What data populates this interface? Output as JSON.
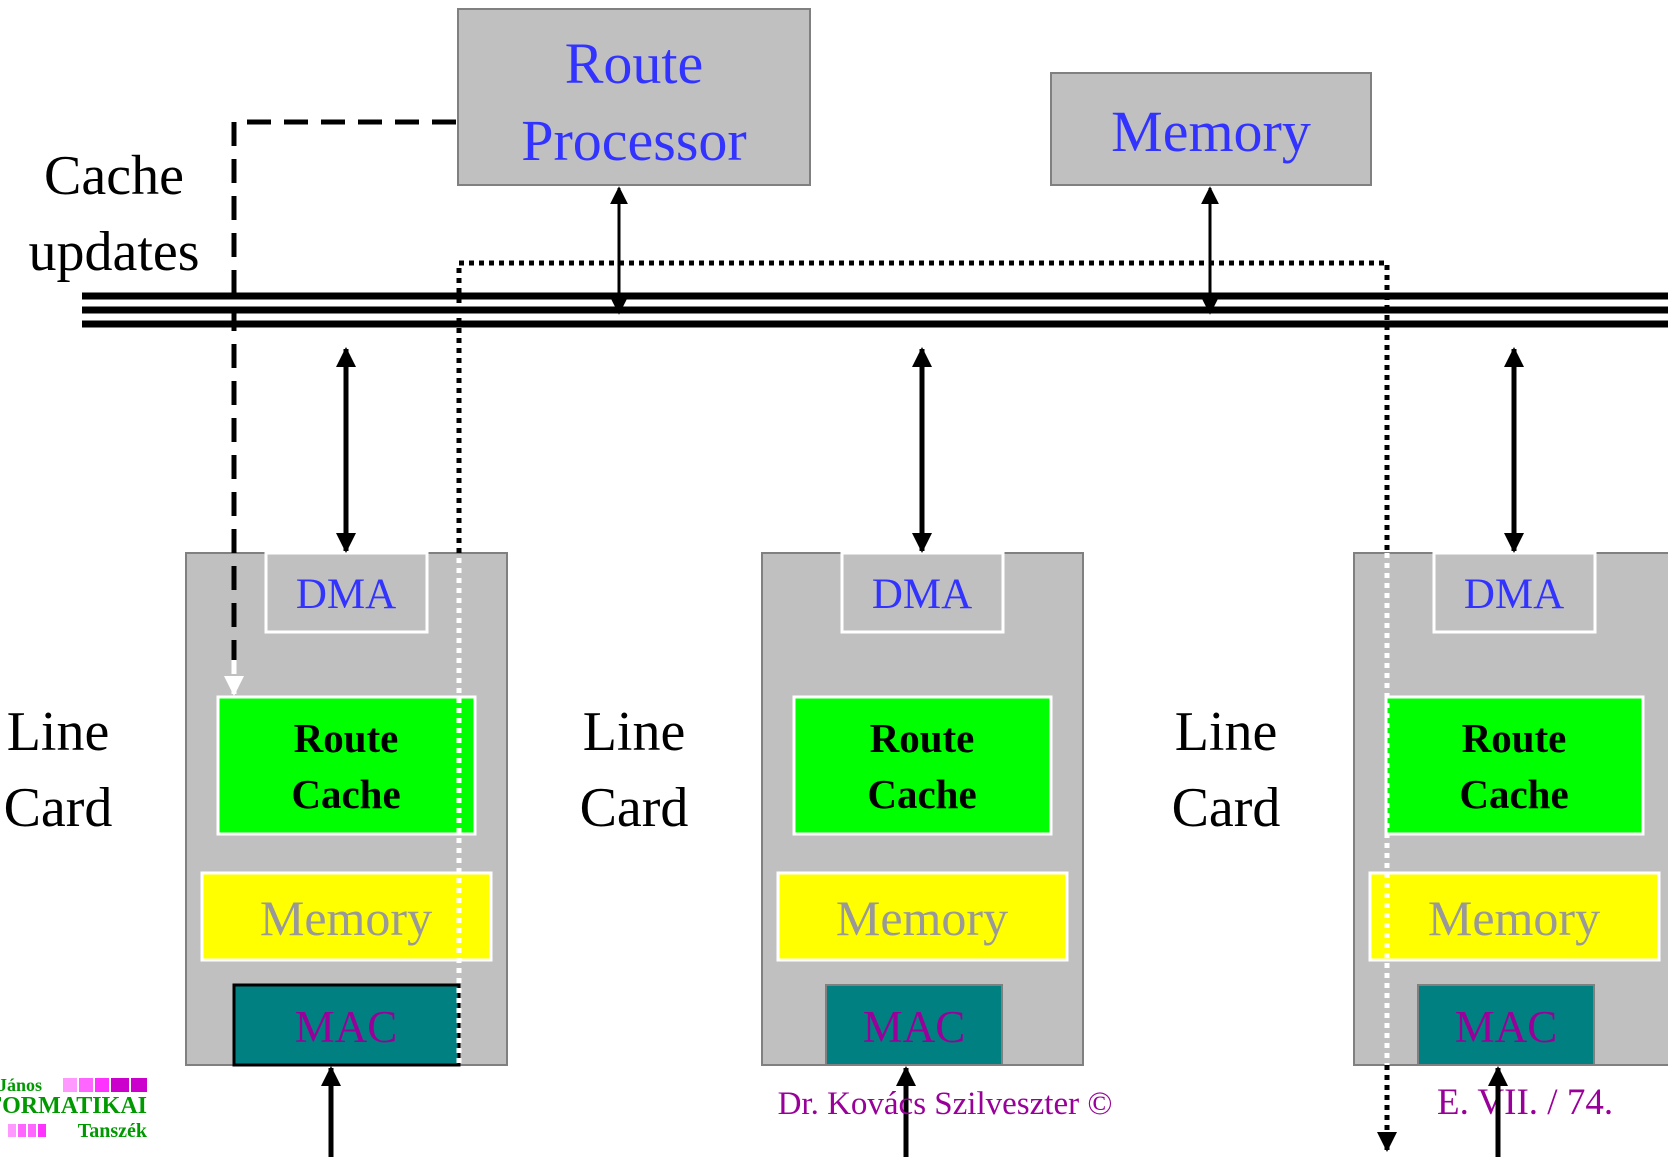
{
  "colors": {
    "box_gray": "#c0c0c0",
    "blue_text": "#3333ff",
    "route_cache_green": "#00ff00",
    "memory_yellow": "#ffff00",
    "mac_teal": "#008080",
    "mac_text_purple": "#990099",
    "footer_purple": "#990099",
    "logo_green": "#009900",
    "logo_pink": "#ff66ff",
    "logo_magenta": "#cc00cc"
  },
  "route_processor": {
    "line1": "Route",
    "line2": "Processor"
  },
  "main_memory": {
    "label": "Memory"
  },
  "cache_updates": {
    "line1": "Cache",
    "line2": "updates"
  },
  "line_cards": [
    {
      "label_line1": "Line",
      "label_line2": "Card",
      "dma": "DMA",
      "route_cache_line1": "Route",
      "route_cache_line2": "Cache",
      "memory": "Memory",
      "mac": "MAC"
    },
    {
      "label_line1": "Line",
      "label_line2": "Card",
      "dma": "DMA",
      "route_cache_line1": "Route",
      "route_cache_line2": "Cache",
      "memory": "Memory",
      "mac": "MAC"
    },
    {
      "label_line1": "Line",
      "label_line2": "Card",
      "dma": "DMA",
      "route_cache_line1": "Route",
      "route_cache_line2": "Cache",
      "memory": "Memory",
      "mac": "MAC"
    }
  ],
  "footer": {
    "author": "Dr. Kovács Szilveszter ©",
    "slide_id": "E. VII. / 74."
  },
  "logo": {
    "line1": "János",
    "line2": "INFORMATIKAI",
    "line3": "Tanszék"
  }
}
